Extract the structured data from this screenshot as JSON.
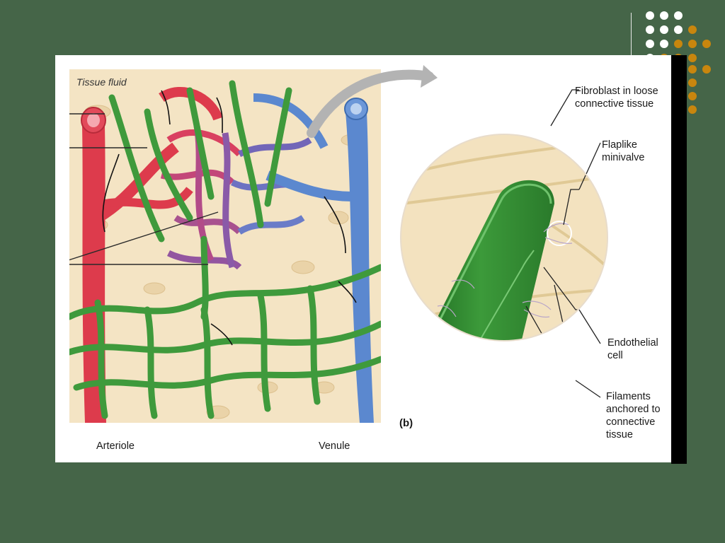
{
  "figure": {
    "panel_label": "(b)",
    "labels": {
      "tissue_fluid": "Tissue fluid",
      "arteriole": "Arteriole",
      "venule": "Venule",
      "fibroblast": "Fibroblast in loose\nconnective tissue",
      "flaplike": "Flaplike\nminivalve",
      "endothelial": "Endothelial\ncell",
      "filaments": "Filaments\nanchored to\nconnective\ntissue"
    }
  },
  "colors": {
    "background": "#456548",
    "lymphatic": "#3f9a3c",
    "arterial": "#dd3b4c",
    "venous": "#5b88cf",
    "tissue": "#f4e4c4",
    "accent_dot_orange": "#c8860e",
    "accent_dot_white": "#ffffff"
  }
}
